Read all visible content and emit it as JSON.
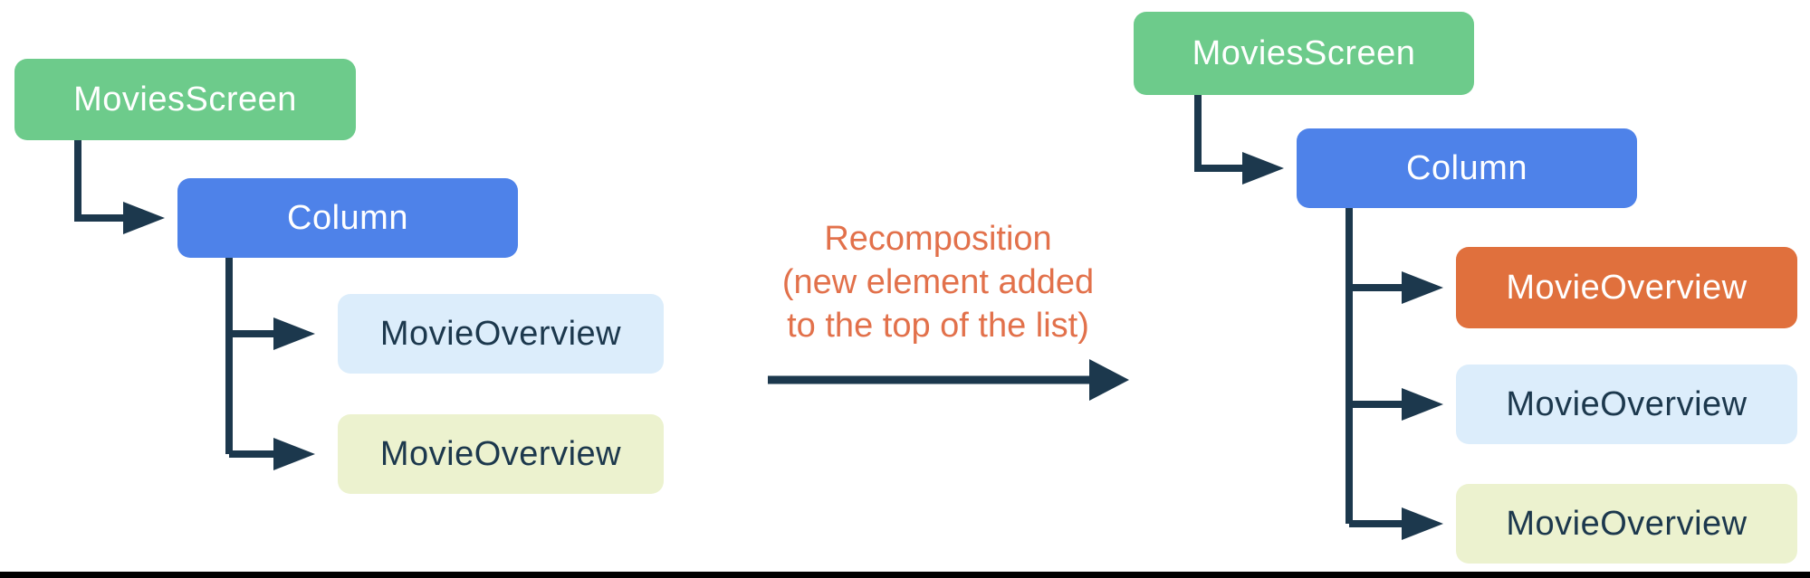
{
  "colors": {
    "background": "#ffffff",
    "connector": "#1C384D",
    "accent_text": "#E2714B",
    "green": "#6DCB8B",
    "blue": "#4E82E9",
    "orange": "#E0703D",
    "light_blue": "#DCEDFB",
    "light_yellow": "#ECF2CF",
    "bottom_rule": "#000000"
  },
  "trees": {
    "left": {
      "nodes": [
        {
          "label": "MoviesScreen",
          "bg": "#6DCB8B",
          "fg": "#FFFFFF"
        },
        {
          "label": "Column",
          "bg": "#4E82E9",
          "fg": "#FFFFFF"
        },
        {
          "label": "MovieOverview",
          "bg": "#DCEDFB",
          "fg": "#1C384D"
        },
        {
          "label": "MovieOverview",
          "bg": "#ECF2CF",
          "fg": "#1C384D"
        }
      ]
    },
    "right": {
      "nodes": [
        {
          "label": "MoviesScreen",
          "bg": "#6DCB8B",
          "fg": "#FFFFFF"
        },
        {
          "label": "Column",
          "bg": "#4E82E9",
          "fg": "#FFFFFF"
        },
        {
          "label": "MovieOverview",
          "bg": "#E0703D",
          "fg": "#FFFFFF"
        },
        {
          "label": "MovieOverview",
          "bg": "#DCEDFB",
          "fg": "#1C384D"
        },
        {
          "label": "MovieOverview",
          "bg": "#ECF2CF",
          "fg": "#1C384D"
        }
      ]
    }
  },
  "transition": {
    "line1": "Recomposition",
    "line2": "(new element added",
    "line3": "to the top of the list)"
  }
}
